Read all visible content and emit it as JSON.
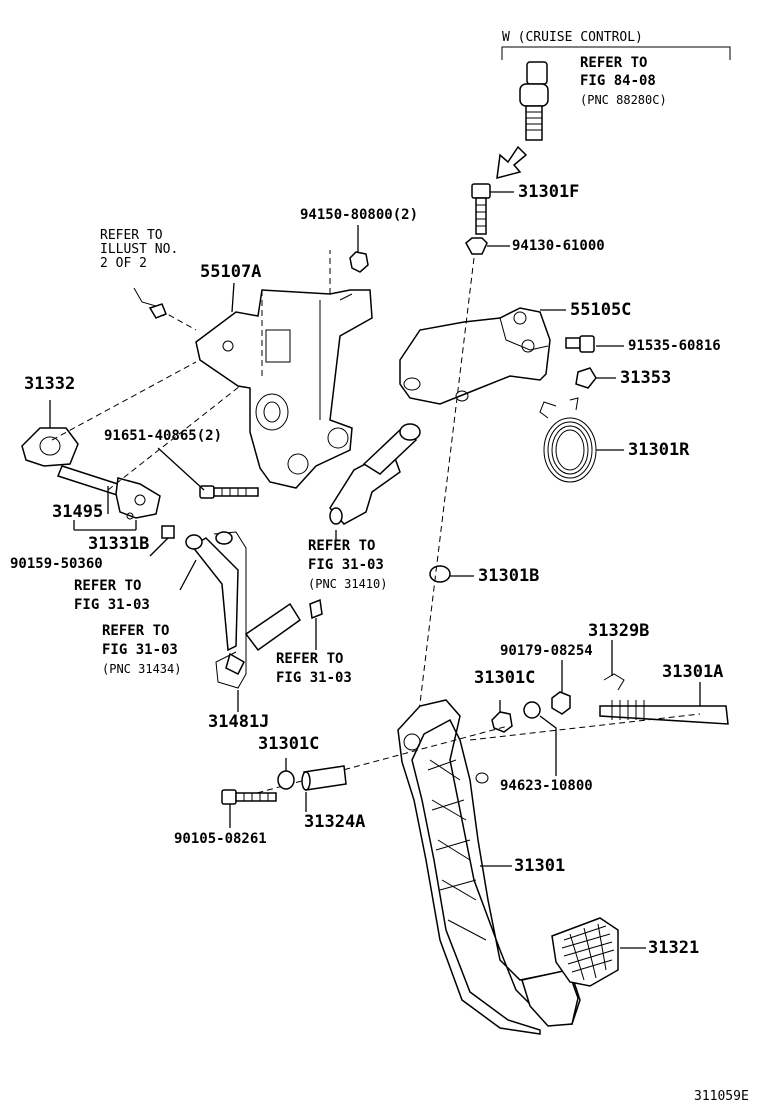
{
  "header": {
    "cruise_label": "W (CRUISE CONTROL)"
  },
  "refs": {
    "cruise_ref_1": "REFER TO",
    "cruise_ref_2": "FIG 84-08",
    "cruise_ref_3": "(PNC 88280C)",
    "illust_1": "REFER TO",
    "illust_2": "ILLUST NO.",
    "illust_3": "2 OF 2",
    "fig3103a_1": "REFER TO",
    "fig3103a_2": "FIG 31-03",
    "fig3103a_3": "(PNC 31410)",
    "fig3103b_1": "REFER TO",
    "fig3103b_2": "FIG 31-03",
    "fig3103c_1": "REFER TO",
    "fig3103c_2": "FIG 31-03",
    "fig3103c_3": "(PNC 31434)",
    "fig3103d_1": "REFER TO",
    "fig3103d_2": "FIG 31-03"
  },
  "parts": {
    "p31301F": "31301F",
    "p94150": "94150-80800(2)",
    "p94130": "94130-61000",
    "p55107A": "55107A",
    "p55105C": "55105C",
    "p91535": "91535-60816",
    "p31353": "31353",
    "p31332": "31332",
    "p91651": "91651-40865(2)",
    "p31301R": "31301R",
    "p31495": "31495",
    "p31331B": "31331B",
    "p90159": "90159-50360",
    "p31301B": "31301B",
    "p31329B": "31329B",
    "p90179": "90179-08254",
    "p31301C_a": "31301C",
    "p31301A": "31301A",
    "p31481J": "31481J",
    "p31301C_b": "31301C",
    "p94623": "94623-10800",
    "p90105": "90105-08261",
    "p31324A": "31324A",
    "p31301": "31301",
    "p31321": "31321"
  },
  "footer": {
    "figure_id": "311059E"
  }
}
